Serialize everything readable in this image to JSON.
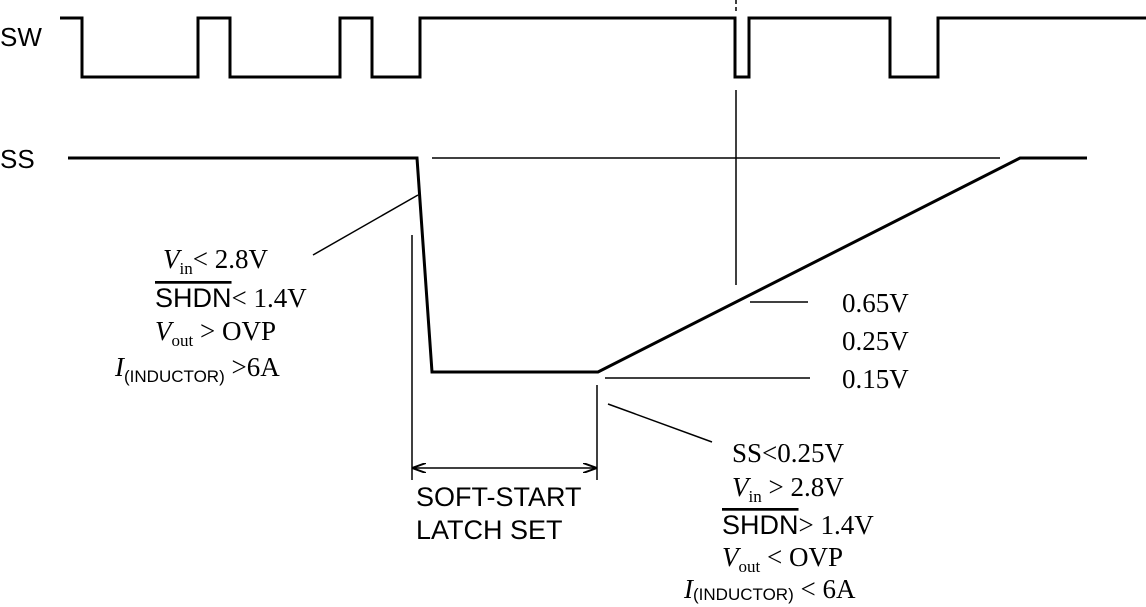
{
  "labels": {
    "sw": "SW",
    "ss": "SS",
    "v065": "0.65V",
    "v025": "0.25V",
    "v015": "0.15V",
    "soft_start": "SOFT-START",
    "latch_set": "LATCH SET"
  },
  "left_conditions": {
    "vin_sym": "V",
    "vin_sub": "in",
    "vin_cond": "< 2.8V",
    "shdn_sym": "SHDN",
    "shdn_cond": "< 1.4V",
    "vout_sym": "V",
    "vout_sub": "out",
    "vout_cond": " > OVP",
    "ind_sym": "I",
    "ind_sub": "(INDUCTOR)",
    "ind_cond": " >6A"
  },
  "right_conditions": {
    "ss_cond": "SS<0.25V",
    "vin_sym": "V",
    "vin_sub": "in",
    "vin_cond": " > 2.8V",
    "shdn_sym": "SHDN",
    "shdn_cond": "> 1.4V",
    "vout_sym": "V",
    "vout_sub": "out",
    "vout_cond": " < OVP",
    "ind_sym": "I",
    "ind_sub": "(INDUCTOR)",
    "ind_cond": " < 6A"
  }
}
